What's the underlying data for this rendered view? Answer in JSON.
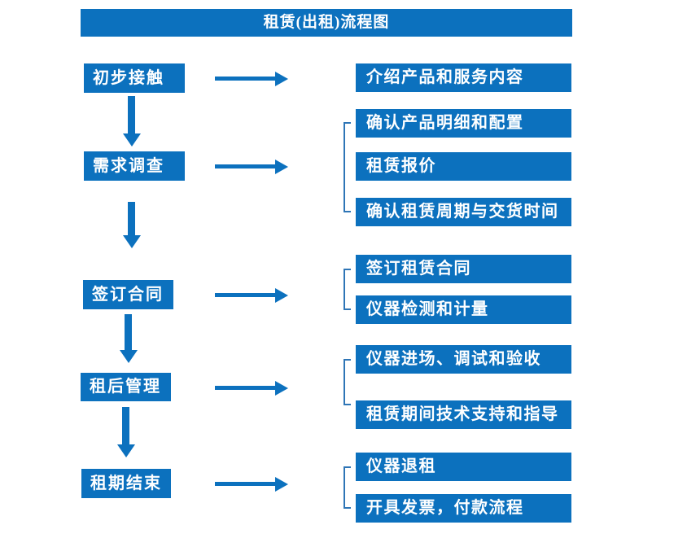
{
  "title": "租赁(出租)流程图",
  "colors": {
    "primary": "#0c71be",
    "bracket": "#2e75b6",
    "text-on-primary": "#ffffff",
    "page-bg": "#ffffff"
  },
  "steps": [
    {
      "label": "初步接触"
    },
    {
      "label": "需求调查"
    },
    {
      "label": "签订合同"
    },
    {
      "label": "租后管理"
    },
    {
      "label": "租期结束"
    }
  ],
  "details": [
    {
      "items": [
        "介绍产品和服务内容"
      ]
    },
    {
      "items": [
        "确认产品明细和配置",
        "租赁报价",
        "确认租赁周期与交货时间"
      ]
    },
    {
      "items": [
        "签订租赁合同",
        "仪器检测和计量"
      ]
    },
    {
      "items": [
        "仪器进场、调试和验收",
        "租赁期间技术支持和指导"
      ]
    },
    {
      "items": [
        "仪器退租",
        "开具发票，付款流程"
      ]
    }
  ]
}
